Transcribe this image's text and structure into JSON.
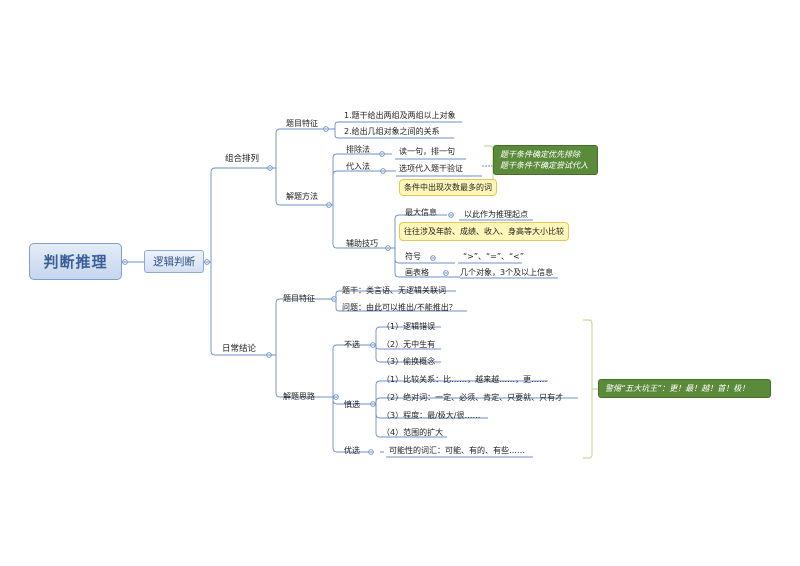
{
  "root": "判断推理",
  "main": "逻辑判断",
  "branches": {
    "zuhe": "组合排列",
    "richang": "日常结论"
  },
  "zuhe": {
    "tezheng": "题目特征",
    "tezheng_items": [
      "1.题干给出两组及两组以上对象",
      "2.给出几组对象之间的关系"
    ],
    "fangfa": "解题方法",
    "paichu": "排除法",
    "paichu_desc": "读一句，排一句",
    "dairu": "代入法",
    "dairu_desc": "选项代入题干验证",
    "fuzhu": "辅助技巧",
    "callout1": "条件中出现次数最多的词",
    "zuida": "最大信息",
    "zuida_desc": "以此作为推理起点",
    "callout2": "往往涉及年龄、成绩、收入、身高等大小比较",
    "fuhao": "符号",
    "fuhao_desc": "“>”、“=”、“<”",
    "huabiao": "画表格",
    "huabiao_desc": "几个对象，3个及以上信息",
    "note": [
      "题干条件确定优先排除",
      "题干条件不确定尝试代入"
    ]
  },
  "richang": {
    "tezheng": "题目特征",
    "tigan": "题干：类言语、无逻辑关联词",
    "wenti": "问题：由此可以推出/不能推出？",
    "silu": "解题思路",
    "buxuan": "不选",
    "buxuan_items": [
      "（1）逻辑错误",
      "（2）无中生有",
      "（3）偷换概念"
    ],
    "shenxuan": "慎选",
    "shenxuan_items": [
      "（1）比较关系：比……，越来越……，更……",
      "（2）绝对词：一定、必须、肯定、只要就、只有才",
      "（3）程度：最/极大/很……",
      "（4）范围的扩大"
    ],
    "youxuan": "优选",
    "youxuan_desc": "可能性的词汇：可能、有的、有些……",
    "warning": "警惕“五大坑王”：更！最！越！首！极！"
  },
  "colors": {
    "line": "#6b8fc7",
    "note_bg": "#5b8b3a",
    "callout_bg": "#fff6b8",
    "bracket": "#c5dc9c"
  }
}
